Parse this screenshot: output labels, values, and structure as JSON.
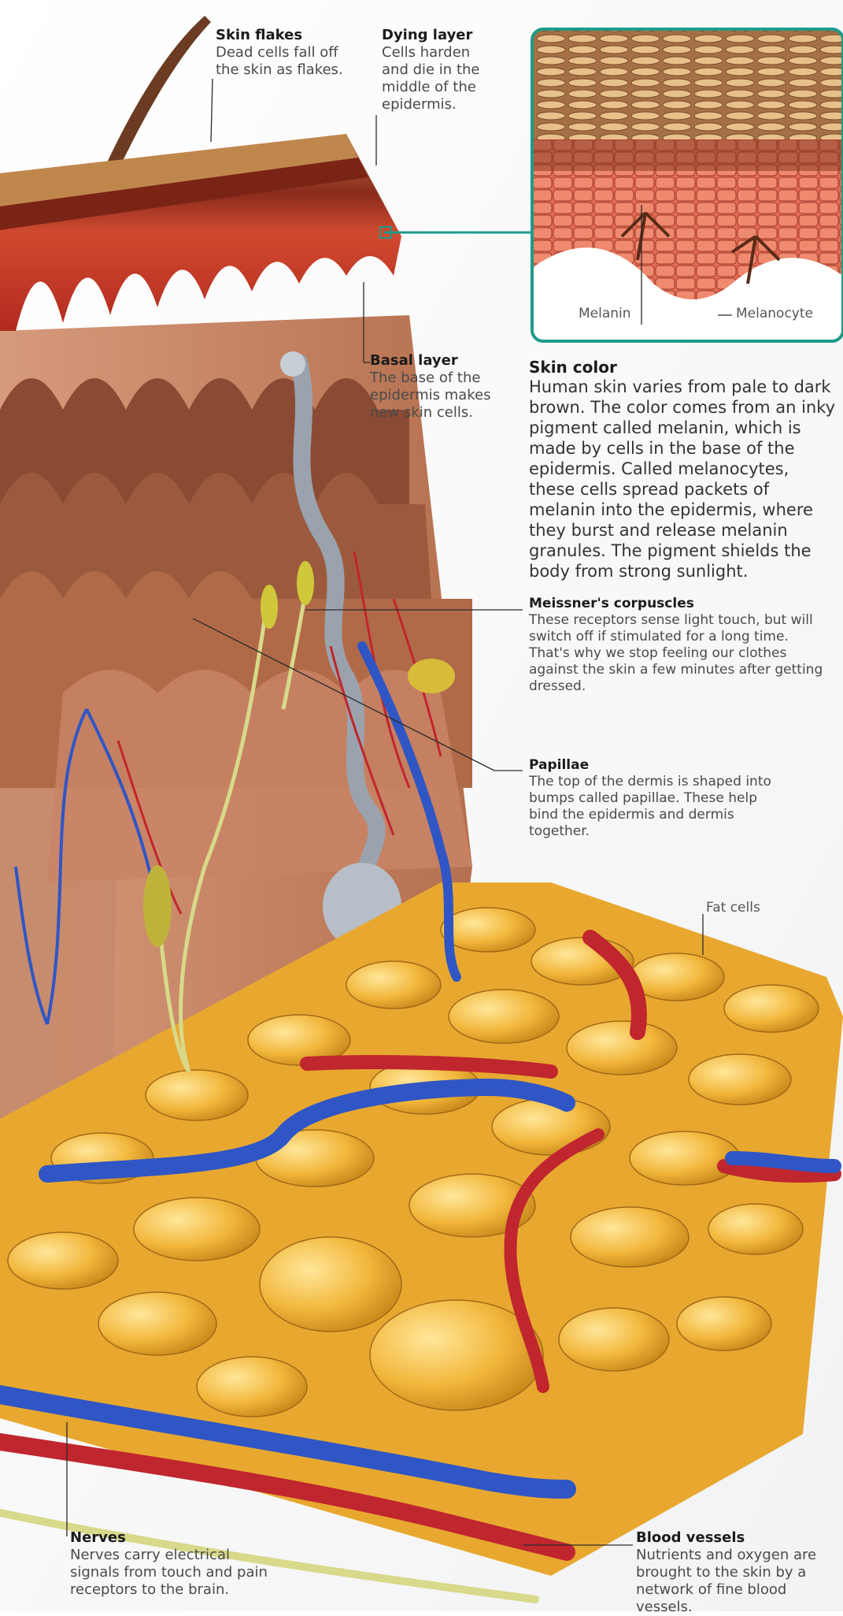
{
  "labels": {
    "skin_flakes": {
      "title": "Skin flakes",
      "desc": "Dead cells fall off the skin as flakes."
    },
    "dying_layer": {
      "title": "Dying layer",
      "desc": "Cells harden and die in the middle of the epidermis."
    },
    "basal_layer": {
      "title": "Basal layer",
      "desc": "The base of the epidermis makes new skin cells."
    },
    "skin_color": {
      "title": "Skin color",
      "desc": "Human skin varies from pale to dark brown. The color comes from an inky pigment called melanin, which is made by cells in the base of the epidermis. Called melanocytes, these cells spread packets of melanin into the epidermis, where they burst and release melanin granules. The pigment shields the body from strong sunlight."
    },
    "meissner": {
      "title": "Meissner's corpuscles",
      "desc": "These receptors sense light touch, but will switch off if stimulated for a long time. That's why we stop feeling our clothes against the skin a few minutes after getting dressed."
    },
    "papillae": {
      "title": "Papillae",
      "desc": "The top of the dermis is shaped into bumps called papillae. These help bind the epidermis and dermis together."
    },
    "fat_cells": "Fat cells",
    "melanin": "Melanin",
    "melanocyte": "Melanocyte",
    "nerves": {
      "title": "Nerves",
      "desc": "Nerves carry electrical signals from touch and pain receptors to the brain."
    },
    "blood_vessels": {
      "title": "Blood vessels",
      "desc": "Nutrients and oxygen are brought to the skin by a network of fine blood vessels."
    }
  },
  "colors": {
    "inset_border": "#1e9a8a",
    "epidermis": "#c9432c",
    "dermis": "#c98466",
    "fat": "#f0b43a",
    "artery": "#c0262d",
    "vein": "#2f56c4",
    "nerve": "#d8d98a"
  }
}
